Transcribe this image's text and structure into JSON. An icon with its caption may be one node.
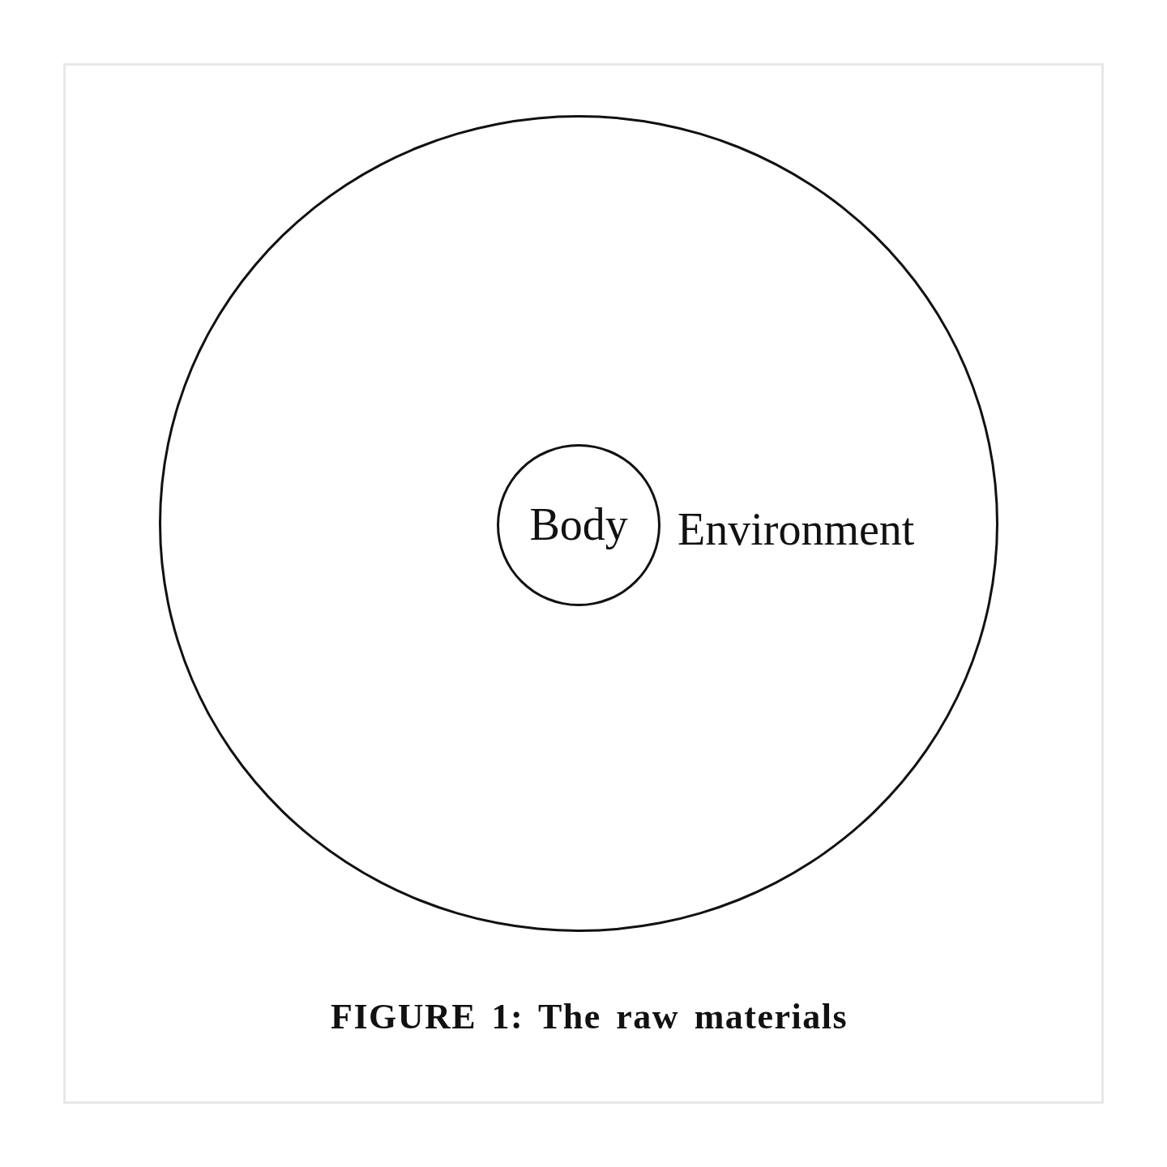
{
  "diagram": {
    "caption": "FIGURE 1: The raw materials",
    "nodes": [
      {
        "text": [
          "Environment"
        ]
      },
      {
        "text": [
          "Body"
        ],
        "in": 0
      }
    ]
  }
}
